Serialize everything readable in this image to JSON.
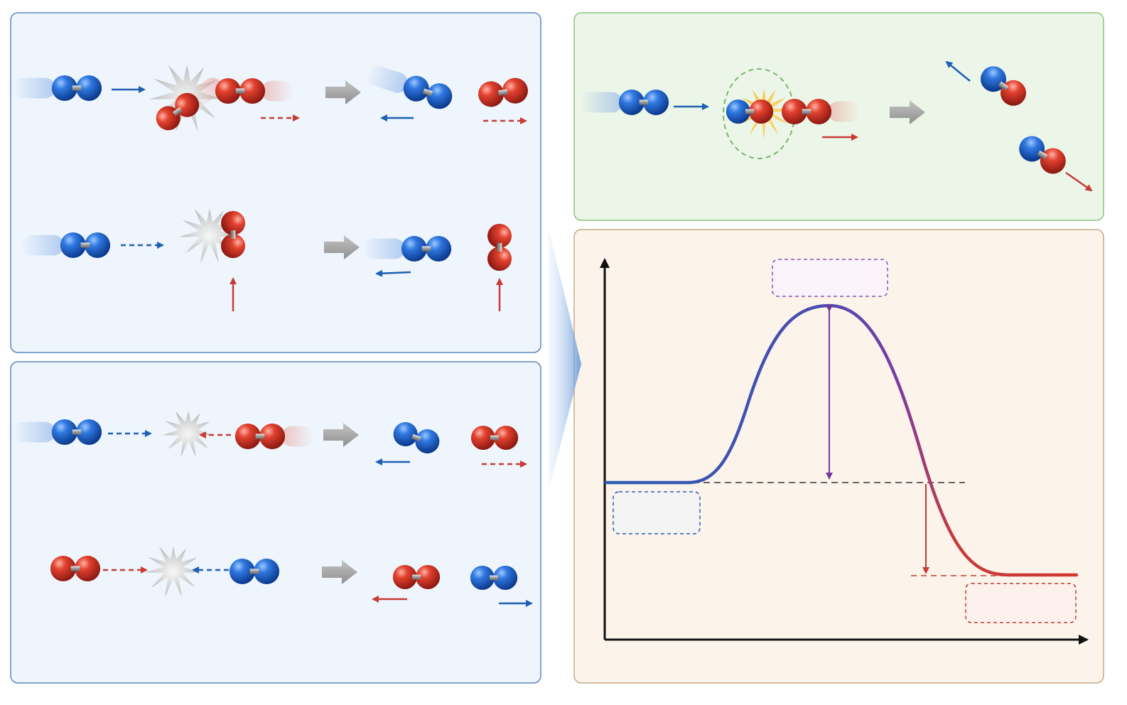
{
  "colors": {
    "blue_atom": "#1f5fc4",
    "red_atom": "#d63a2c",
    "blue_arrow": "#1f5fb4",
    "red_arrow": "#c83c34",
    "gray_arrow": "#a8a8a8",
    "panel_blue_fill": "#eef5fc",
    "panel_blue_border": "#5c88bf",
    "panel_green_fill": "#ecf6e8",
    "panel_green_border": "#8cc47e",
    "panel_orange_fill": "#fcf4ea",
    "panel_orange_border": "#c9a886",
    "curve_start": "#2c5db4",
    "curve_peak": "#7b3ca6",
    "curve_end": "#d23a30",
    "activation_arrow": "#6d3aa0",
    "enthalpy_arrow": "#c23a32",
    "star_flash": "#f6c22e"
  },
  "panels": [
    {
      "id": "ineffective-collisions-oriented",
      "style": "blue"
    },
    {
      "id": "ineffective-collisions-low-energy",
      "style": "blue"
    },
    {
      "id": "effective-collision",
      "style": "green"
    },
    {
      "id": "energy-profile",
      "style": "orange"
    }
  ],
  "energy_diagram": {
    "curve_shape": "reactant plateau - activation barrier - lower product plateau",
    "dashed_reference_lines": [
      "reactant-energy-level",
      "product-energy-level"
    ],
    "double_arrow": "activation-energy-marker",
    "single_arrow": "energy-drop-marker",
    "label_boxes": [
      "peak-label-box",
      "reactant-label-box",
      "product-label-box"
    ]
  }
}
